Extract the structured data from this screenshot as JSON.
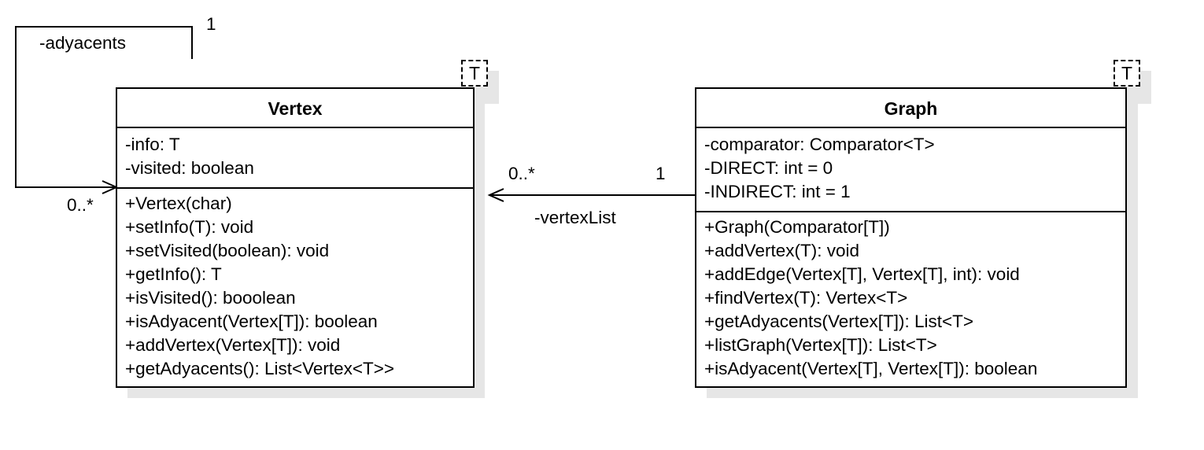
{
  "vertex": {
    "name": "Vertex",
    "type_param": "T",
    "attributes": [
      "-info: T",
      "-visited: boolean"
    ],
    "methods": [
      "+Vertex(char)",
      "+setInfo(T): void",
      "+setVisited(boolean): void",
      "+getInfo(): T",
      "+isVisited(): booolean",
      "+isAdyacent(Vertex[T]): boolean",
      "+addVertex(Vertex[T]): void",
      "+getAdyacents(): List<Vertex<T>>"
    ]
  },
  "graph": {
    "name": "Graph",
    "type_param": "T",
    "attributes": [
      "-comparator: Comparator<T>",
      "-DIRECT: int = 0",
      "-INDIRECT: int = 1"
    ],
    "methods": [
      "+Graph(Comparator[T])",
      "+addVertex(T): void",
      "+addEdge(Vertex[T], Vertex[T], int): void",
      "+findVertex(T): Vertex<T>",
      "+getAdyacents(Vertex[T]): List<T>",
      "+listGraph(Vertex[T]): List<T>",
      "+isAdyacent(Vertex[T], Vertex[T]): boolean"
    ]
  },
  "self_association": {
    "role": "-adyacents",
    "source_multiplicity": "1",
    "target_multiplicity": "0..*"
  },
  "graph_to_vertex": {
    "role": "-vertexList",
    "source_multiplicity": "1",
    "target_multiplicity": "0..*"
  }
}
